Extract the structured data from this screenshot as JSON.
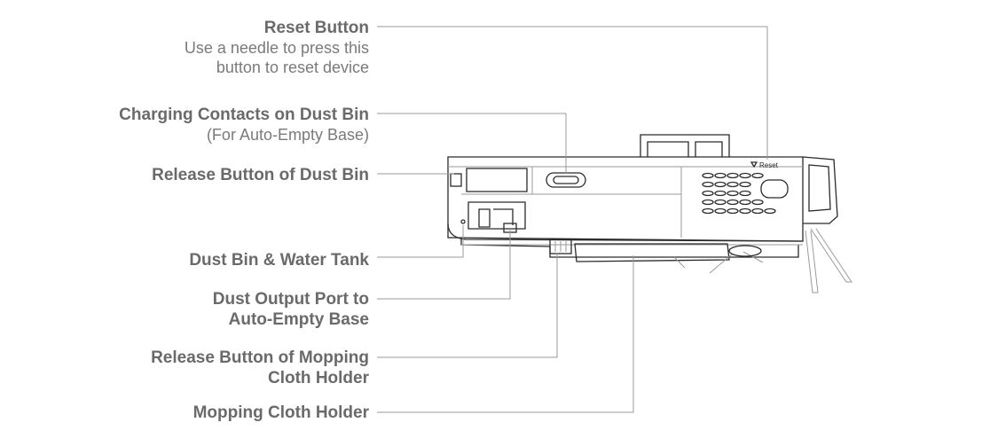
{
  "callouts": {
    "reset": {
      "title": "Reset Button",
      "desc_line1": "Use a needle to press this",
      "desc_line2": "button to reset device"
    },
    "charging": {
      "title": "Charging Contacts on Dust Bin",
      "desc": "(For Auto-Empty Base)"
    },
    "release_bin": {
      "title": "Release Button of Dust Bin"
    },
    "bin_tank": {
      "title": "Dust Bin & Water Tank"
    },
    "output_port": {
      "title_line1": "Dust Output Port to",
      "title_line2": "Auto-Empty Base"
    },
    "release_mop": {
      "title_line1": "Release Button of Mopping",
      "title_line2": "Cloth Holder"
    },
    "mop_holder": {
      "title": "Mopping Cloth Holder"
    }
  },
  "device": {
    "reset_marking": "Reset"
  }
}
